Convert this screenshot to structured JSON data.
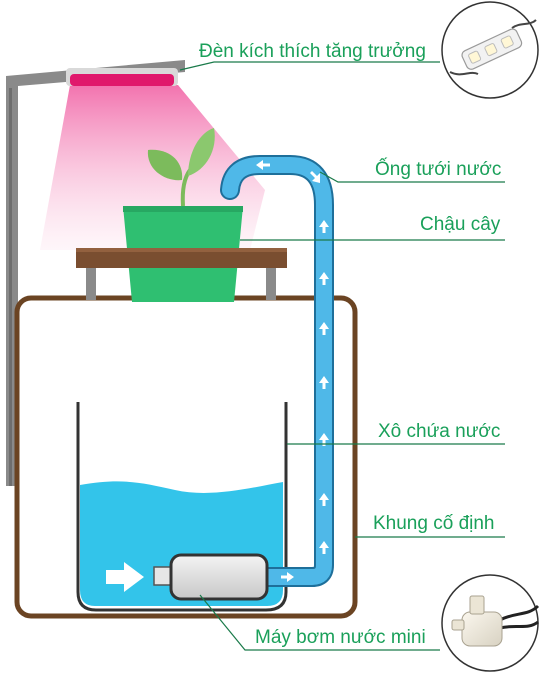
{
  "labels": {
    "grow_light": "Đèn kích thích tăng trưởng",
    "water_pipe": "Ống tưới nước",
    "plant_pot": "Chậu cây",
    "water_bucket": "Xô chứa nước",
    "fixed_frame": "Khung cố định",
    "mini_pump": "Máy bơm nước mini"
  },
  "colors": {
    "label_text": "#1aa05a",
    "leader_line": "#1a7a4a",
    "frame_brown": "#6b4423",
    "water_blue": "#33c4ea",
    "pot_green": "#2fbf71",
    "shelf_brown": "#7a4e30",
    "light_magenta": "#e0186c",
    "stand_gray": "#8a8a8a",
    "pipe_blue": "#4fb8e8"
  },
  "icons": {
    "flow_arrow": "up-arrow",
    "inlet_arrow": "right-arrow",
    "led_module": "led-strip-thumbnail",
    "pump_device": "mini-pump-thumbnail"
  }
}
